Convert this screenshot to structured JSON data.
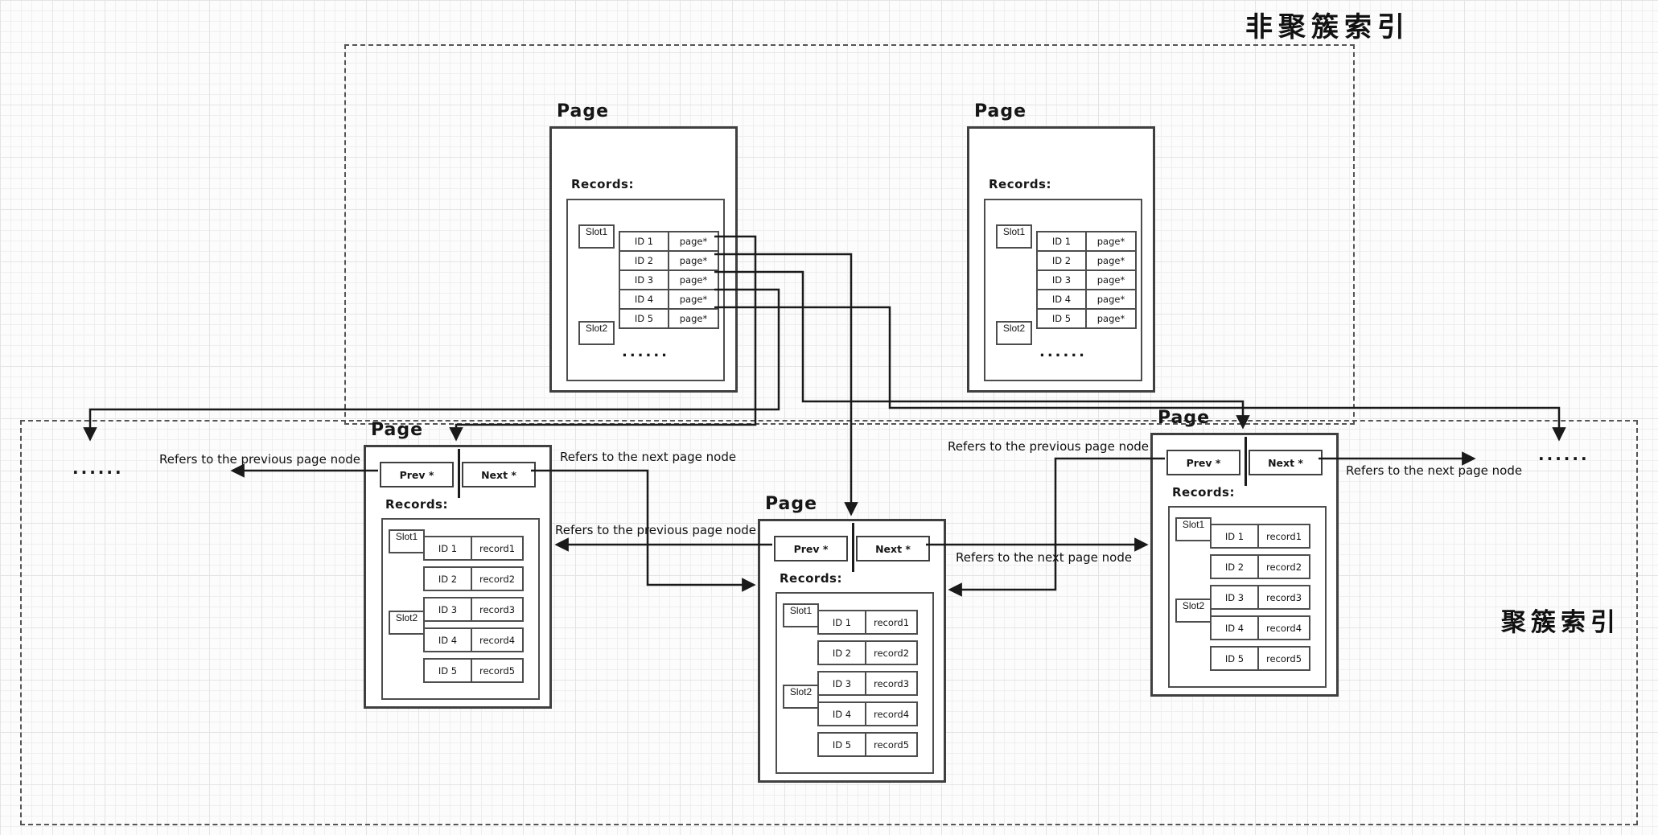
{
  "titles": {
    "nonclustered": "非聚簇索引",
    "clustered": "聚簇索引"
  },
  "common": {
    "page_label": "Page",
    "records_label": "Records:",
    "prev_label": "Prev *",
    "next_label": "Next *",
    "slot1": "Slot1",
    "slot2": "Slot2",
    "ellipsis": "......"
  },
  "arrow_labels": {
    "prev": "Refers to the previous page node",
    "next": "Refers to the next page node"
  },
  "index_pages": [
    {
      "rows": [
        [
          "ID 1",
          "page*"
        ],
        [
          "ID 2",
          "page*"
        ],
        [
          "ID 3",
          "page*"
        ],
        [
          "ID 4",
          "page*"
        ],
        [
          "ID 5",
          "page*"
        ]
      ]
    },
    {
      "rows": [
        [
          "ID 1",
          "page*"
        ],
        [
          "ID 2",
          "page*"
        ],
        [
          "ID 3",
          "page*"
        ],
        [
          "ID 4",
          "page*"
        ],
        [
          "ID 5",
          "page*"
        ]
      ]
    }
  ],
  "data_pages": [
    {
      "rows": [
        [
          "ID 1",
          "record1"
        ],
        [
          "ID 2",
          "record2"
        ],
        [
          "ID 3",
          "record3"
        ],
        [
          "ID 4",
          "record4"
        ],
        [
          "ID 5",
          "record5"
        ]
      ]
    },
    {
      "rows": [
        [
          "ID 1",
          "record1"
        ],
        [
          "ID 2",
          "record2"
        ],
        [
          "ID 3",
          "record3"
        ],
        [
          "ID 4",
          "record4"
        ],
        [
          "ID 5",
          "record5"
        ]
      ]
    },
    {
      "rows": [
        [
          "ID 1",
          "record1"
        ],
        [
          "ID 2",
          "record2"
        ],
        [
          "ID 3",
          "record3"
        ],
        [
          "ID 4",
          "record4"
        ],
        [
          "ID 5",
          "record5"
        ]
      ]
    }
  ],
  "colors": {
    "line": "#1a1a1a",
    "box_border": "#3f3f3f",
    "dashed_border": "#555555"
  }
}
